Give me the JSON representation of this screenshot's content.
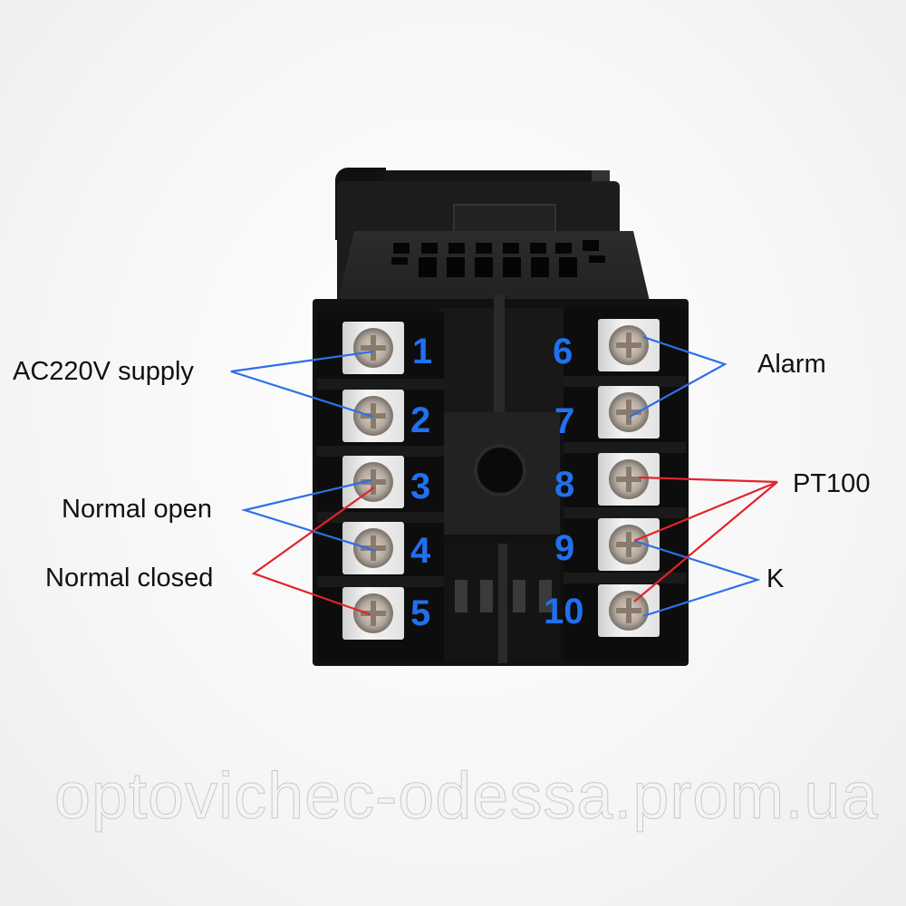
{
  "image": {
    "subject": "Temperature controller rear terminal block wiring diagram",
    "terminals_left": [
      {
        "number": "1"
      },
      {
        "number": "2"
      },
      {
        "number": "3"
      },
      {
        "number": "4"
      },
      {
        "number": "5"
      }
    ],
    "terminals_right": [
      {
        "number": "6"
      },
      {
        "number": "7"
      },
      {
        "number": "8"
      },
      {
        "number": "9"
      },
      {
        "number": "10"
      }
    ],
    "labels": {
      "supply": "AC220V supply",
      "normal_open": "Normal open",
      "normal_closed": "Normal closed",
      "alarm": "Alarm",
      "pt100": "PT100",
      "k": "K"
    },
    "connections": [
      {
        "label": "AC220V supply",
        "terminals": [
          "1",
          "2"
        ],
        "line_color": "#2f6ee8"
      },
      {
        "label": "Normal open",
        "terminals": [
          "3",
          "4"
        ],
        "line_color": "#2f6ee8"
      },
      {
        "label": "Normal closed",
        "terminals": [
          "3",
          "5"
        ],
        "line_color": "#e0242b"
      },
      {
        "label": "Alarm",
        "terminals": [
          "6",
          "7"
        ],
        "line_color": "#2f6ee8"
      },
      {
        "label": "PT100",
        "terminals": [
          "8",
          "9",
          "10"
        ],
        "line_color": "#e0242b"
      },
      {
        "label": "K",
        "terminals": [
          "9",
          "10"
        ],
        "line_color": "#2f6ee8"
      }
    ],
    "watermark": "optovichec-odessa.prom.ua",
    "colors": {
      "terminal_number": "#2170f0",
      "blue_line": "#2f6ee8",
      "red_line": "#e0242b",
      "device_body": "#111111"
    }
  }
}
